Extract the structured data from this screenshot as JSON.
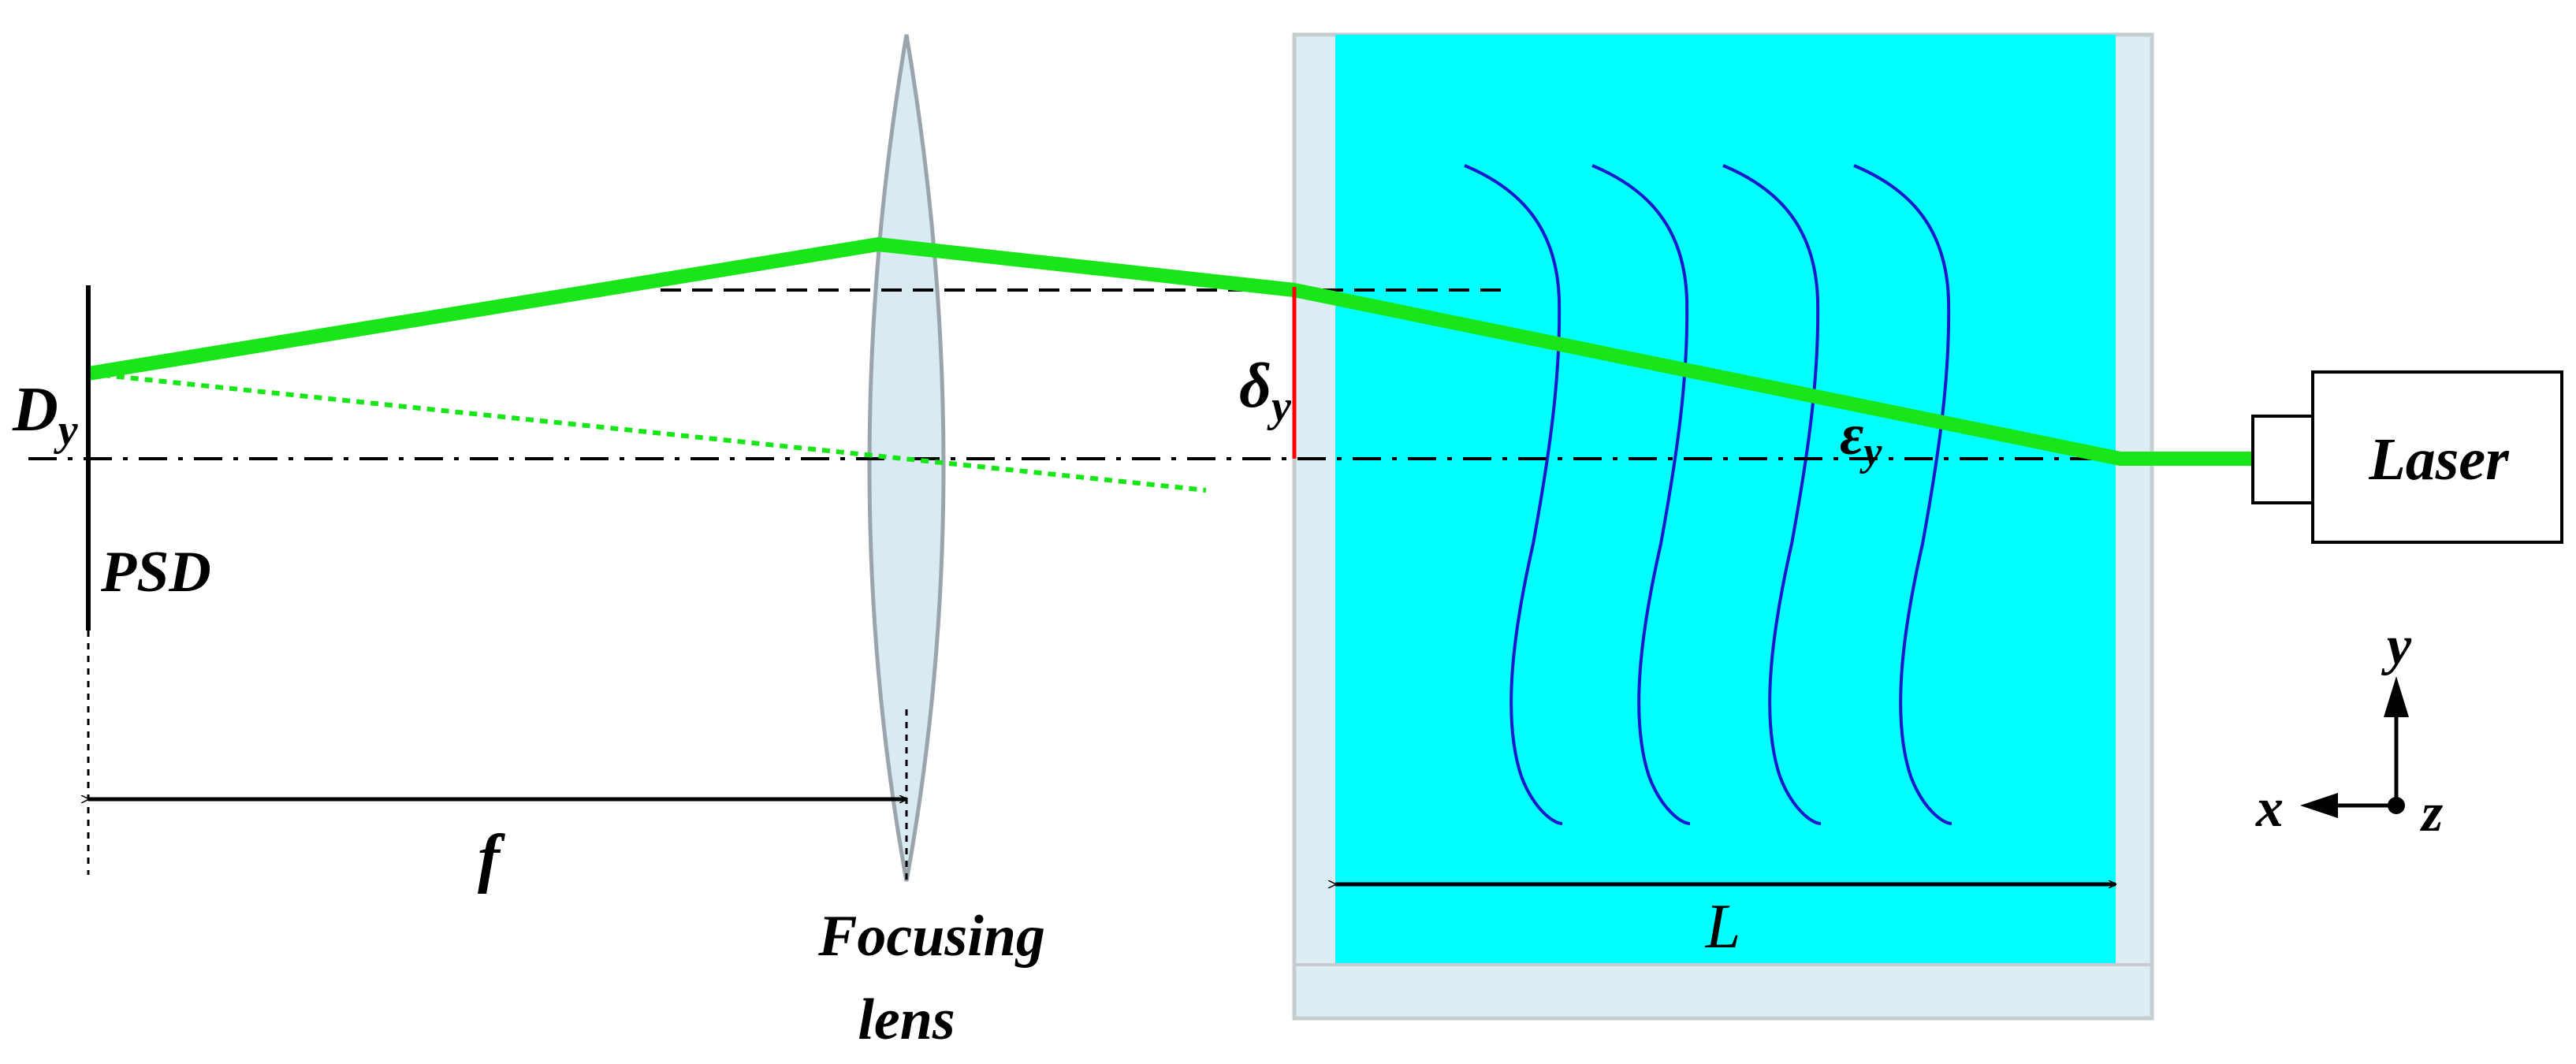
{
  "labels": {
    "detector": "PSD",
    "displacement_main": "D",
    "displacement_sub": "y",
    "offset_main": "δ",
    "offset_sub": "y",
    "angle_main": "ε",
    "angle_sub": "y",
    "focal_length": "f",
    "lens_line1": "Focusing",
    "lens_line2": "lens",
    "length": "L",
    "source": "Laser",
    "axis_y": "y",
    "axis_x": "x",
    "axis_z": "z"
  },
  "colors": {
    "beam": "#19e619",
    "medium": "#00ffff",
    "tank_wall": "#dcedf4",
    "tank_border": "#c6cdd1",
    "lens_fill": "#d9eaf2",
    "lens_stroke": "#9aa5ab",
    "turbulence": "#1a1acc",
    "marker": "#ff0000",
    "ink": "#000000"
  },
  "icons": {
    "laser": "laser-box-icon",
    "axes": "xyz-axes-icon"
  }
}
